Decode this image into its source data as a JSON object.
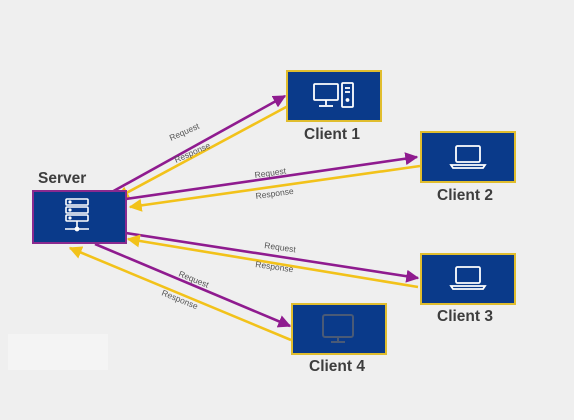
{
  "server": {
    "label": "Server",
    "icon": "server-rack-icon"
  },
  "clients": [
    {
      "id": "client-1",
      "label": "Client 1",
      "icon": "desktop-computer-icon"
    },
    {
      "id": "client-2",
      "label": "Client 2",
      "icon": "laptop-icon"
    },
    {
      "id": "client-3",
      "label": "Client 3",
      "icon": "laptop-icon"
    },
    {
      "id": "client-4",
      "label": "Client 4",
      "icon": "monitor-icon",
      "dimmed": true
    }
  ],
  "edge_labels": {
    "request": "Request",
    "response": "Response"
  },
  "colors": {
    "background": "#efefef",
    "box_fill": "#0a3a8a",
    "box_border": "#e0bd2e",
    "server_border": "#8a2a8f",
    "request_arrow": "#8f1b8f",
    "response_arrow": "#f2c21a",
    "label_text": "#3d3d3d",
    "dim_icon": "#4a5a76"
  }
}
